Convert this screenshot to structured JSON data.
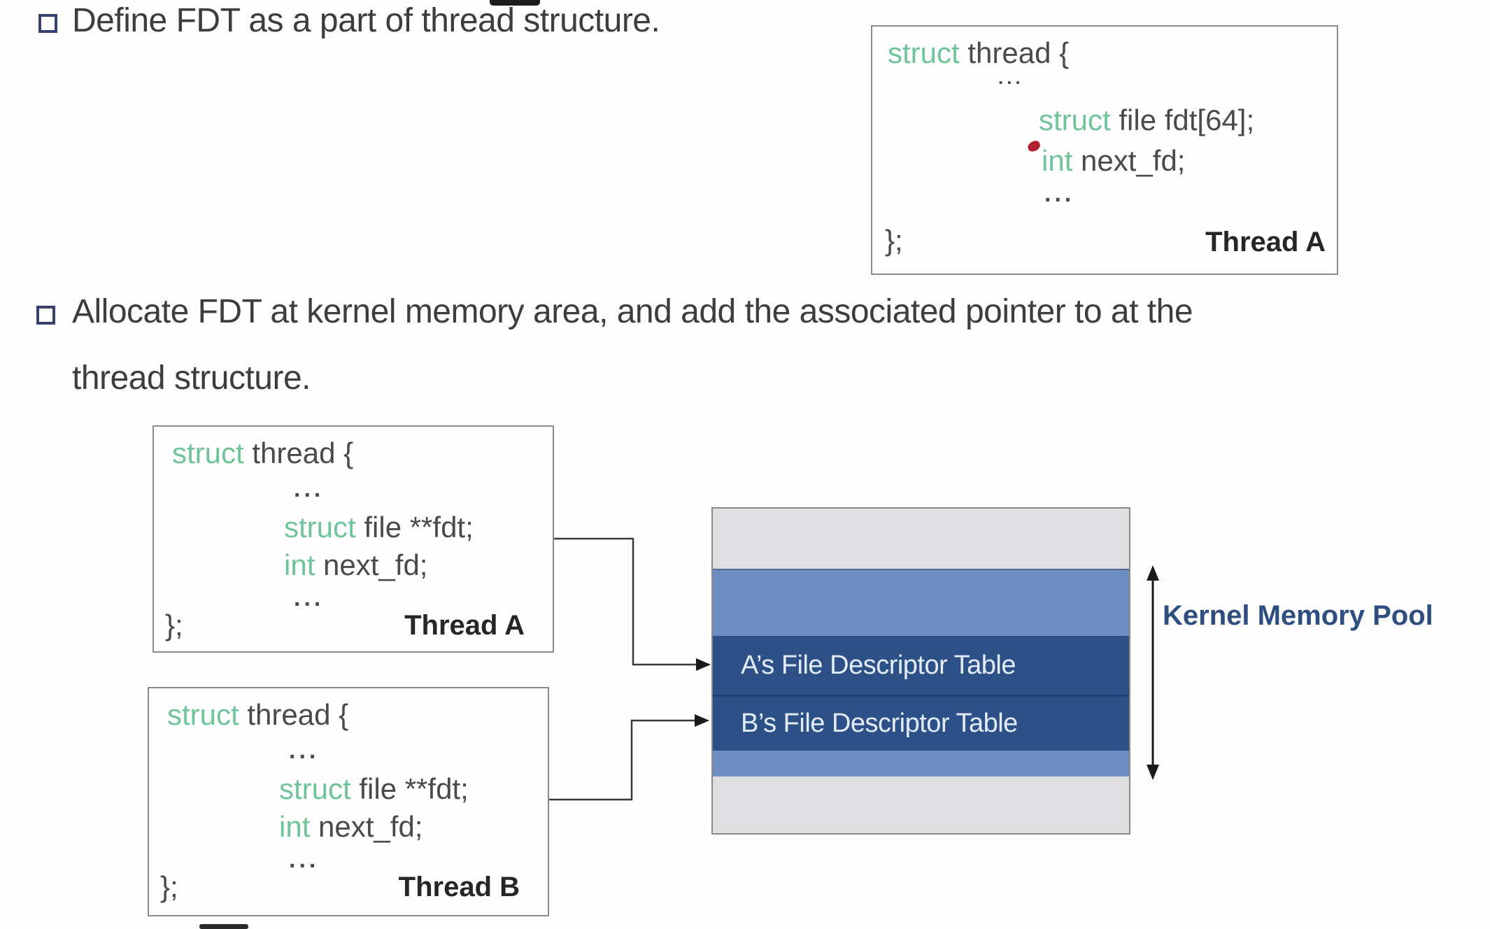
{
  "bullets": {
    "first": "Define FDT as a part of thread structure.",
    "second_line1": "Allocate FDT at kernel memory area, and add the associated pointer to at the",
    "second_line2": "thread structure."
  },
  "code": {
    "top": {
      "l1_kw": "struct",
      "l1_rest": " thread {",
      "dots1": "...",
      "l3_kw": "struct",
      "l3_rest": " file fdt[64];",
      "l4_kw": "int",
      "l4_rest": " next_fd;",
      "dots2": "...",
      "close": "};",
      "label": "Thread A"
    },
    "thread_a": {
      "l1_kw": "struct",
      "l1_rest": " thread {",
      "dots1": "...",
      "l3_kw": "struct",
      "l3_rest": " file **fdt;",
      "l4_kw": "int",
      "l4_rest": " next_fd;",
      "dots2": "...",
      "close": "};",
      "label": "Thread A"
    },
    "thread_b": {
      "l1_kw": "struct",
      "l1_rest": " thread {",
      "dots1": "...",
      "l3_kw": "struct",
      "l3_rest": " file **fdt;",
      "l4_kw": "int",
      "l4_rest": " next_fd;",
      "dots2": "...",
      "close": "};",
      "label": "Thread B"
    }
  },
  "pool": {
    "band_a_label": "A’s File Descriptor Table",
    "band_b_label": "B’s File Descriptor Table",
    "side_label": "Kernel Memory Pool"
  },
  "colors": {
    "kw-green": "#6fc49a",
    "code-text": "#4a4a4a",
    "body-text": "#3d3d3d",
    "bullet-border": "#39426e",
    "band-gray": "#dfdfe1",
    "band-medblue": "#6e8dc3",
    "band-navy": "#2d5186",
    "band-divider": "#1e3f70",
    "band-label": "#e3edfa",
    "navy-text": "#2f4e80",
    "line-color": "#3a3a3a",
    "label-bold": "#262626",
    "red-dot": "#b5202f",
    "box-border": "#8a8a8a"
  }
}
